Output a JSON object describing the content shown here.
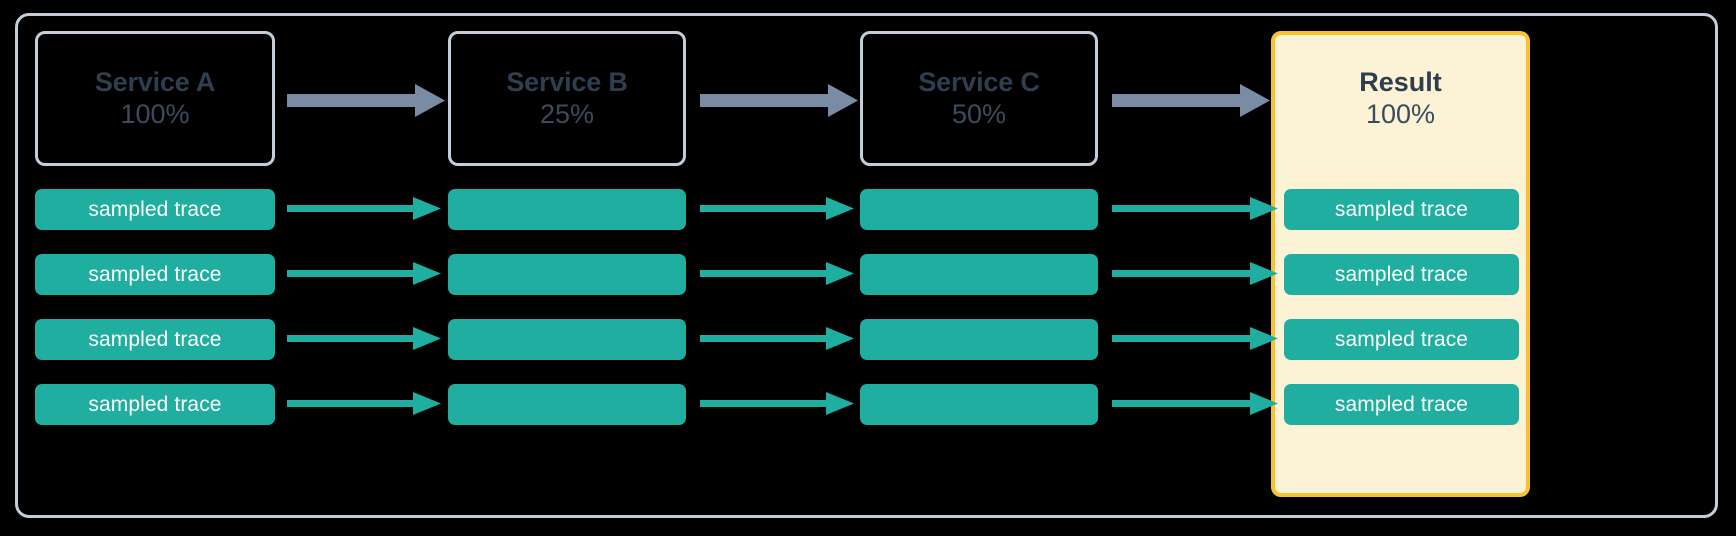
{
  "diagram": {
    "title": "tail sampling pipeline",
    "background_color": "#000000",
    "frame_border_color": "#c4ced8",
    "node_border_color": "#c4ced8",
    "node_text_color": "#2f3e4e",
    "trace_bar_color": "#1fae9f",
    "trace_text_color": "#ffffff",
    "gray_arrow_color": "#7a8ca3",
    "teal_arrow_color": "#1fae9f",
    "result_panel_border_color": "#f8c42d",
    "result_panel_fill_color": "#fcf3d7"
  },
  "nodes": [
    {
      "id": "service-a",
      "title": "Service A",
      "percent": "100%",
      "highlight": false
    },
    {
      "id": "service-b",
      "title": "Service B",
      "percent": "25%",
      "highlight": false
    },
    {
      "id": "service-c",
      "title": "Service C",
      "percent": "50%",
      "highlight": false
    },
    {
      "id": "result",
      "title": "Result",
      "percent": "100%",
      "highlight": true
    }
  ],
  "columns": [
    {
      "id": "column-a",
      "node": "service-a",
      "bars": [
        {
          "label": "sampled trace"
        },
        {
          "label": "sampled trace"
        },
        {
          "label": "sampled trace"
        },
        {
          "label": "sampled trace"
        }
      ]
    },
    {
      "id": "column-b",
      "node": "service-b",
      "bars": [
        {
          "label": ""
        },
        {
          "label": ""
        },
        {
          "label": ""
        },
        {
          "label": ""
        }
      ]
    },
    {
      "id": "column-c",
      "node": "service-c",
      "bars": [
        {
          "label": ""
        },
        {
          "label": ""
        },
        {
          "label": ""
        },
        {
          "label": ""
        }
      ]
    },
    {
      "id": "column-result",
      "node": "result",
      "bars": [
        {
          "label": "sampled trace"
        },
        {
          "label": "sampled trace"
        },
        {
          "label": "sampled trace"
        },
        {
          "label": "sampled trace"
        }
      ]
    }
  ],
  "arrows": {
    "node_row": [
      {
        "id": "arrow-a-to-b",
        "kind": "gray"
      },
      {
        "id": "arrow-b-to-c",
        "kind": "gray"
      },
      {
        "id": "arrow-c-to-result",
        "kind": "gray"
      }
    ],
    "trace_rows": [
      {
        "id": "arrow-trace-row-1",
        "kind": "teal"
      },
      {
        "id": "arrow-trace-row-2",
        "kind": "teal"
      },
      {
        "id": "arrow-trace-row-3",
        "kind": "teal"
      },
      {
        "id": "arrow-trace-row-4",
        "kind": "teal"
      }
    ]
  }
}
